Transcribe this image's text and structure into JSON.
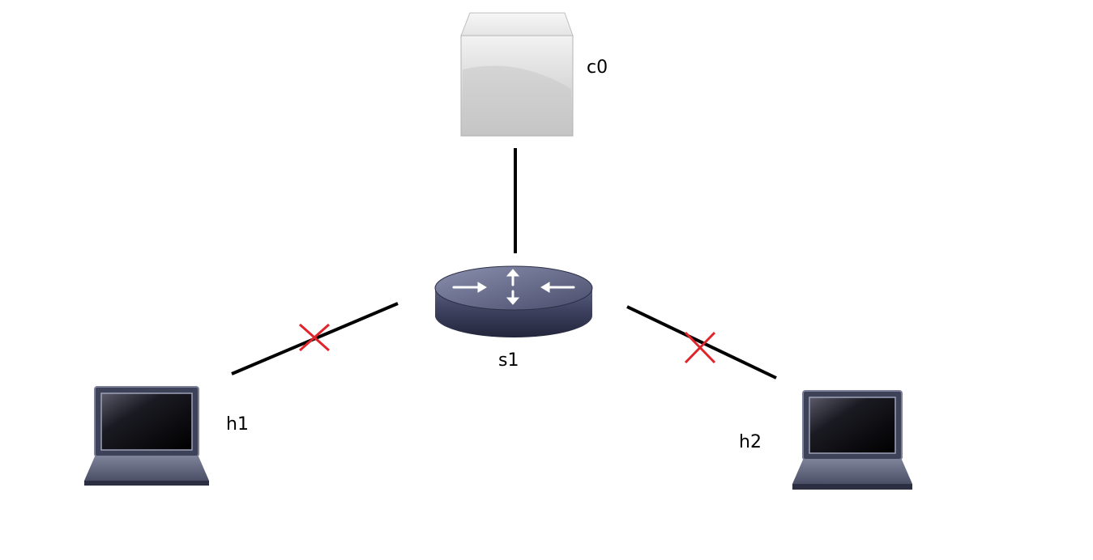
{
  "nodes": {
    "controller": {
      "label": "c0",
      "icon": "controller-box-icon"
    },
    "switch": {
      "label": "s1",
      "icon": "switch-router-icon"
    },
    "host1": {
      "label": "h1",
      "icon": "laptop-icon"
    },
    "host2": {
      "label": "h2",
      "icon": "laptop-icon"
    }
  },
  "links": [
    {
      "from": "c0",
      "to": "s1",
      "status": "up"
    },
    {
      "from": "s1",
      "to": "h1",
      "status": "down"
    },
    {
      "from": "s1",
      "to": "h2",
      "status": "down"
    }
  ],
  "colors": {
    "link": "#000000",
    "failure_mark": "#e0242b",
    "device_dark": "#3a3d55",
    "controller_box": "#cfcfcf"
  }
}
